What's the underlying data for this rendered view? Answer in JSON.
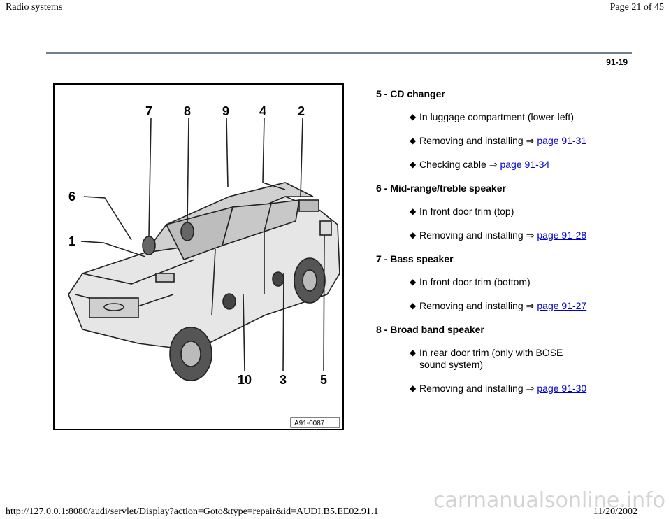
{
  "header": {
    "left": "Radio systems",
    "right": "Page 21 of 45"
  },
  "page_number": "91-19",
  "figure": {
    "code": "A91-0087",
    "callouts": [
      "7",
      "8",
      "9",
      "4",
      "2",
      "6",
      "1",
      "10",
      "3",
      "5"
    ]
  },
  "items": [
    {
      "title": "5 - CD changer",
      "subs": [
        {
          "text": "In luggage compartment (lower-left)",
          "link": ""
        },
        {
          "text": "Removing and installing",
          "link": "page 91-31"
        },
        {
          "text": "Checking cable",
          "link": "page 91-34"
        }
      ]
    },
    {
      "title": "6 - Mid-range/treble speaker",
      "subs": [
        {
          "text": "In front door trim (top)",
          "link": ""
        },
        {
          "text": "Removing and installing",
          "link": "page 91-28"
        }
      ]
    },
    {
      "title": "7 - Bass speaker",
      "subs": [
        {
          "text": "In front door trim (bottom)",
          "link": ""
        },
        {
          "text": "Removing and installing",
          "link": "page 91-27"
        }
      ]
    },
    {
      "title": "8 - Broad band speaker",
      "subs": [
        {
          "text": "In rear door trim (only with BOSE sound system)",
          "link": ""
        },
        {
          "text": "Removing and installing",
          "link": "page 91-30"
        }
      ]
    }
  ],
  "footer": {
    "url": "http://127.0.0.1:8080/audi/servlet/Display?action=Goto&type=repair&id=AUDI.B5.EE02.91.1",
    "date": "11/20/2002"
  },
  "watermark": "carmanualsonline.info"
}
